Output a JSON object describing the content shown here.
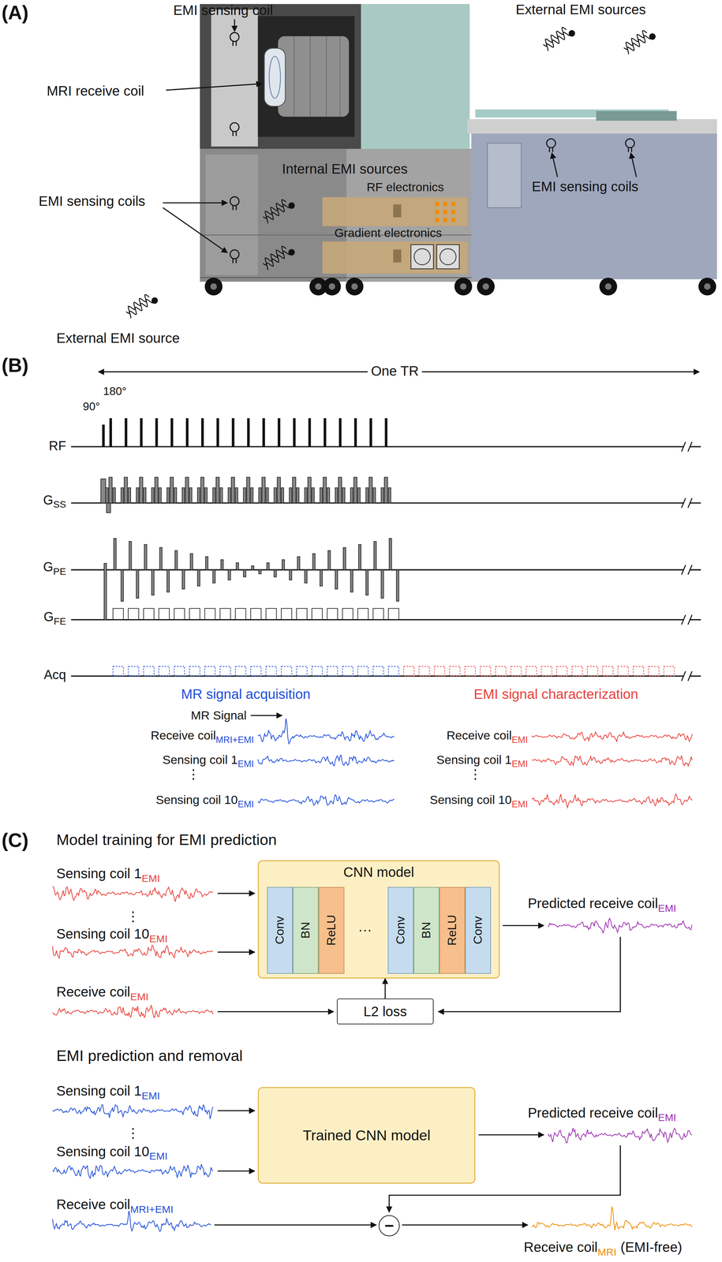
{
  "diagram": {
    "nodes": [
      {
        "text": [
          "CNN model"
        ]
      },
      {
        "text": [
          "Conv"
        ],
        "in": 0
      },
      {
        "text": [
          "BN"
        ],
        "in": 0
      },
      {
        "text": [
          "ReLU"
        ],
        "in": 0
      },
      {
        "text": [
          "Conv"
        ],
        "in": 0
      },
      {
        "text": [
          "BN"
        ],
        "in": 0
      },
      {
        "text": [
          "ReLU"
        ],
        "in": 0
      },
      {
        "text": [
          "Conv"
        ],
        "in": 0
      },
      {
        "text": [
          "L2 loss"
        ]
      },
      {
        "text": [
          "Trained CNN model"
        ]
      },
      {
        "text": [
          "−"
        ]
      }
    ],
    "edges": [
      {
        "from": 8,
        "to": 0,
        "arrow": "to"
      }
    ],
    "labels": [
      "(A)",
      "EMI sensing coil",
      "MRI receive coil",
      "External EMI sources",
      "Internal EMI sources",
      "RF electronics",
      "EMI sensing coils",
      "EMI sensing coils",
      "Gradient electronics",
      "External EMI source",
      "(B)",
      "One TR",
      "180°",
      "90°",
      "RF",
      "G",
      "SS",
      "G",
      "PE",
      "G",
      "FE",
      "Acq",
      "MR signal acquisition",
      "EMI signal characterization",
      "MR Signal",
      "Receive coil",
      "MRI+EMI",
      "Receive coil",
      "EMI",
      "Sensing coil 1",
      "EMI",
      "Sensing coil 1",
      "EMI",
      "⋮",
      "⋮",
      "Sensing coil 10",
      "EMI",
      "Sensing coil 10",
      "EMI",
      "(C)",
      "Model training for EMI prediction",
      "Sensing coil 1",
      "EMI",
      "⋮",
      "Sensing coil 10",
      "EMI",
      "Receive coil",
      "EMI",
      "···",
      "Predicted receive coil",
      "EMI",
      "EMI prediction and removal",
      "Sensing coil 1",
      "EMI",
      "⋮",
      "Sensing coil 10",
      "EMI",
      "Predicted receive coil",
      "EMI",
      "Receive coil",
      "MRI+EMI",
      "Receive coil",
      "MRI",
      "(EMI-free)"
    ]
  }
}
